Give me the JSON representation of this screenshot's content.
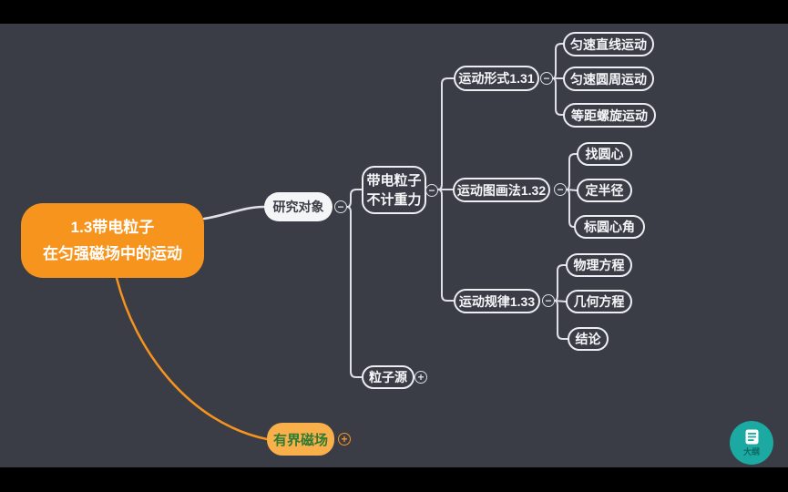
{
  "colors": {
    "canvas_bg": "#3a3d46",
    "letterbox": "#000000",
    "accent_orange": "#f7941e",
    "bounded_field_bg": "#f9b04b",
    "bounded_field_text": "#2e7b33",
    "connector_light": "#e0e1e6",
    "outline_button_bg": "#1ba9a2"
  },
  "icons": {
    "collapse": "−",
    "expand": "+"
  },
  "mindmap": {
    "root": {
      "line1": "1.3带电粒子",
      "line2": "在匀强磁场中的运动"
    },
    "research_object": {
      "label": "研究对象"
    },
    "charged_particle": {
      "line1": "带电粒子",
      "line2": "不计重力"
    },
    "particle_source": {
      "label": "粒子源"
    },
    "motion_form": {
      "label": "运动形式1.31"
    },
    "uniform_linear": {
      "label": "匀速直线运动"
    },
    "uniform_circular": {
      "label": "匀速圆周运动"
    },
    "equidistant_spiral": {
      "label": "等距螺旋运动"
    },
    "motion_drawing": {
      "label": "运动图画法1.32"
    },
    "find_center": {
      "label": "找圆心"
    },
    "fix_radius": {
      "label": "定半径"
    },
    "mark_central_angle": {
      "label": "标圆心角"
    },
    "motion_law": {
      "label": "运动规律1.33"
    },
    "physics_equation": {
      "label": "物理方程"
    },
    "geometry_equation": {
      "label": "几何方程"
    },
    "conclusion": {
      "label": "结论"
    },
    "bounded_field": {
      "label": "有界磁场"
    }
  },
  "outline_button": {
    "label": "大纲"
  }
}
